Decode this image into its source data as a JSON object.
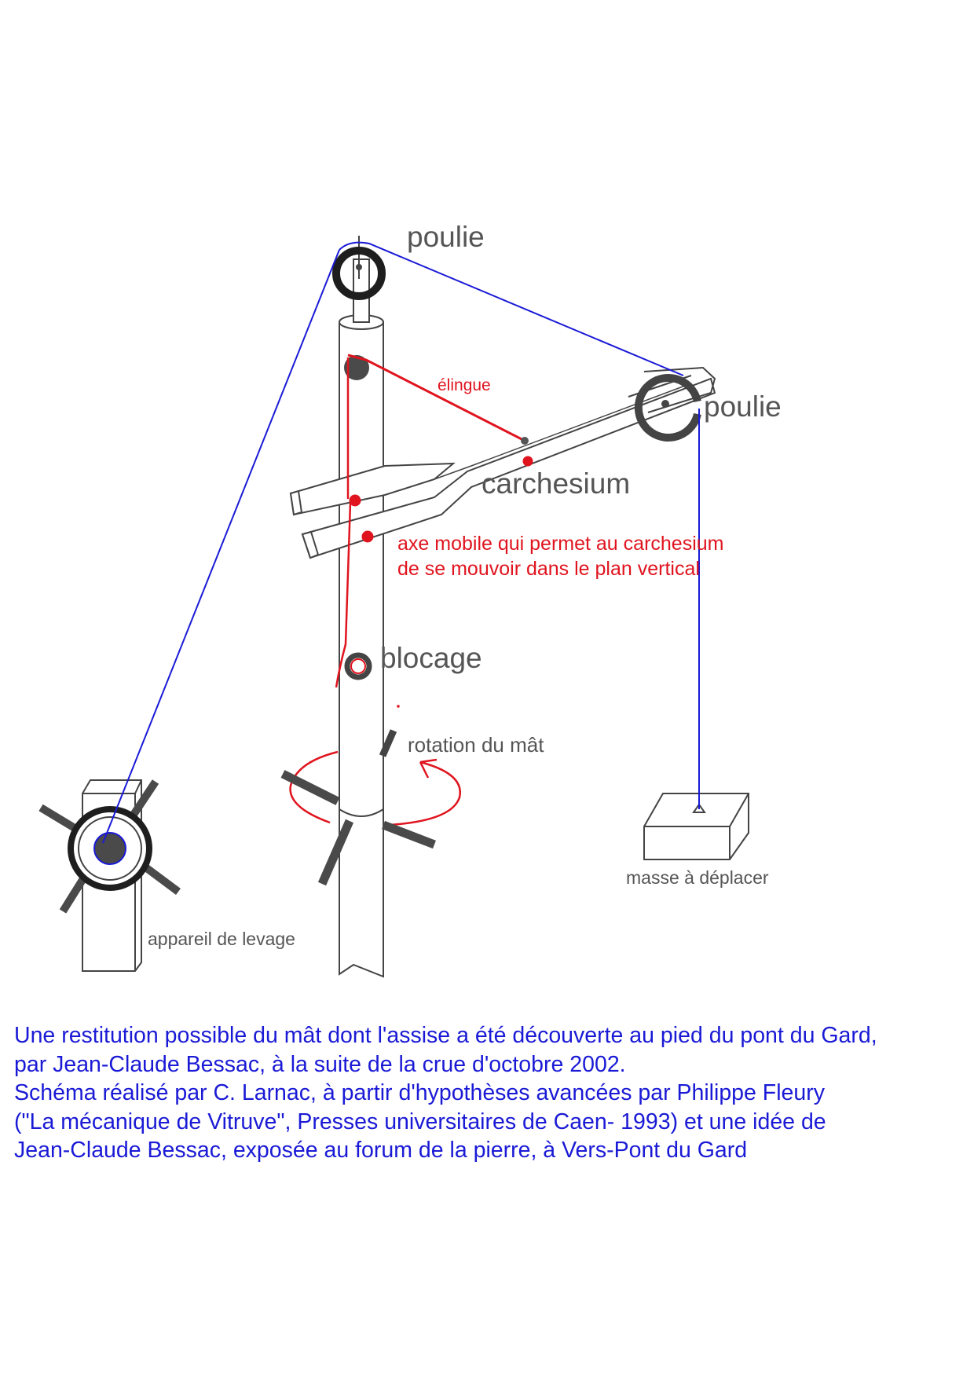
{
  "labels": {
    "poulie_top": "poulie",
    "poulie_right": "poulie",
    "elingue": "élingue",
    "carchesium": "carchesium",
    "axe_line1": "axe mobile qui permet au carchesium",
    "axe_line2": "de se mouvoir dans le plan vertical",
    "blocage": "blocage",
    "rotation": "rotation du mât",
    "masse": "masse à déplacer",
    "appareil": "appareil de levage"
  },
  "caption": {
    "line1": "Une restitution possible du mât dont l'assise a été découverte au pied du pont du Gard,",
    "line2": "par Jean-Claude Bessac, à la suite de la crue d'octobre 2002.",
    "line3": "Schéma réalisé par C. Larnac, à partir d'hypothèses avancées par Philippe Fleury",
    "line4": "(\"La mécanique de Vitruve\", Presses universitaires de Caen- 1993) et une idée de",
    "line5": "Jean-Claude Bessac, exposée au forum de la pierre, à Vers-Pont du Gard"
  },
  "colors": {
    "rope": "#1a1ad6",
    "sling": "#e0141e",
    "outline": "#444444",
    "dark": "#4a4a4a",
    "caption": "#1a1ad6"
  }
}
